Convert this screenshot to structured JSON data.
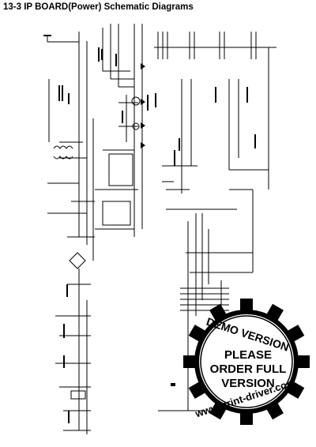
{
  "page": {
    "title": "13-3 IP BOARD(Power) Schematic Diagrams"
  },
  "stamp": {
    "top_text": "DEMO VERSION",
    "line1": "PLEASE",
    "line2": "ORDER FULL",
    "line3": "VERSION",
    "bottom_text": "www.print-driver.com"
  },
  "colors": {
    "ink": "#000000",
    "paper": "#ffffff"
  }
}
